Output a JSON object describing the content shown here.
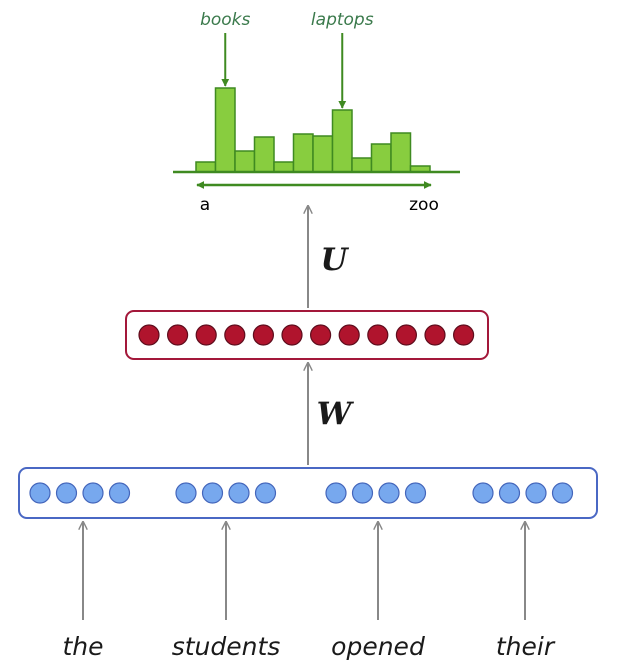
{
  "colors": {
    "hist_fill": "#88cd3f",
    "hist_stroke": "#3f8a21",
    "hist_text": "#3b7a4c",
    "hidden_fill": "#b0142d",
    "hidden_box": "#a3183a",
    "input_fill": "#77a8ee",
    "input_stroke": "#4466bb",
    "input_box": "#4a68c4",
    "arrow": "#888888",
    "text": "#1a1a1a"
  },
  "words": [
    "the",
    "students",
    "opened",
    "their"
  ],
  "matrices": {
    "w": "W",
    "u": "U"
  },
  "input_layer": {
    "groups": 4,
    "neurons_per_group": 4
  },
  "hidden_layer": {
    "neurons": 12
  },
  "distribution": {
    "axis_start_label": "a",
    "axis_end_label": "zoo",
    "callouts": [
      {
        "text": "books",
        "bar_index": 1
      },
      {
        "text": "laptops",
        "bar_index": 7
      }
    ],
    "chart_data": {
      "type": "bar",
      "values": [
        0.1,
        0.84,
        0.21,
        0.35,
        0.1,
        0.38,
        0.36,
        0.62,
        0.14,
        0.28,
        0.39,
        0.06
      ]
    }
  }
}
